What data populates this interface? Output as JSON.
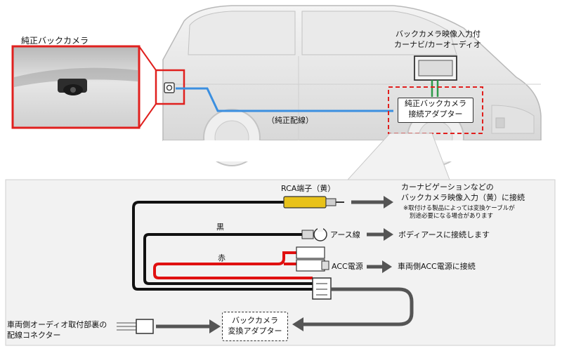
{
  "top": {
    "camera_label": "純正バックカメラ",
    "headunit_label_line1": "バックカメラ映像入力付",
    "headunit_label_line2": "カーナビ/カーオーディオ",
    "adapter_line1": "純正バックカメラ",
    "adapter_line2": "接続アダプター",
    "wiring_label": "（純正配線）"
  },
  "bottom": {
    "rca_label": "RCA端子（黄）",
    "rca_dest_line1": "カーナビゲーションなどの",
    "rca_dest_line2": "バックカメラ映像入力（黄）に接続",
    "rca_note_line1": "※取付ける製品によっては変換ケーブルが",
    "rca_note_line2": "別途必要になる場合があります",
    "black_label": "黒",
    "ground_label": "アース線",
    "ground_dest": "ボディアースに接続します",
    "red_label": "赤",
    "acc_label": "ACC電源",
    "acc_dest": "車両側ACC電源に接続",
    "vehicle_connector_line1": "車両側オーディオ取付部裏の",
    "vehicle_connector_line2": "配線コネクター",
    "converter_line1": "バックカメラ",
    "converter_line2": "変換アダプター"
  },
  "colors": {
    "highlight_red": "#e0201e",
    "signal_blue": "#3b8fe0",
    "wire_black": "#111111",
    "wire_red": "#e01010",
    "rca_yellow": "#e8c21a",
    "harness_green": "#2e9a4a",
    "arrow_gray": "#555555"
  }
}
